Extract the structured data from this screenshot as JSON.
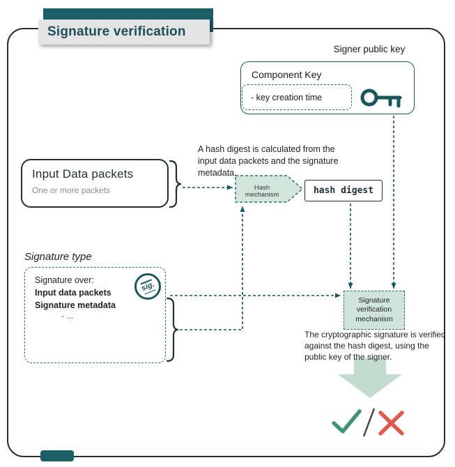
{
  "title": "Signature verification",
  "signer_public_key": "Signer public key",
  "component_key": {
    "title": "Component Key",
    "creation_time": "- key creation time"
  },
  "input_packets": {
    "title": "Input Data packets",
    "subtitle": "One or more packets"
  },
  "hash_note": "A hash digest is calculated from the input data packets and the signature metadata.",
  "hash_mechanism": "Hash mechanism",
  "hash_digest": "hash digest",
  "signature": {
    "type_label": "Signature type",
    "over_label": "Signature over:",
    "over_item_1": "Input data packets",
    "over_item_2": "Signature metadata",
    "stamp_text": "sig.",
    "metadata_placeholder": "- ..."
  },
  "verification": {
    "mechanism": "Signature verification mechanism",
    "note": "The cryptographic signature is verified against the hash digest, using the public key of the signer."
  },
  "icons": {
    "key": "key-icon",
    "stamp": "signature-stamp-icon",
    "check": "check-icon",
    "slash": "slash-divider",
    "cross": "cross-icon"
  },
  "colors": {
    "teal_dark": "#17565C",
    "teal_bar": "#1D5F66",
    "frame_dark": "#232F36",
    "green_light": "#CFE4DA",
    "green_arrow": "#C3DCD0",
    "beige": "#F1EEDB",
    "check_green": "#3E9377",
    "cross_red": "#E0584A",
    "title_bg": "#E4E4E4"
  }
}
